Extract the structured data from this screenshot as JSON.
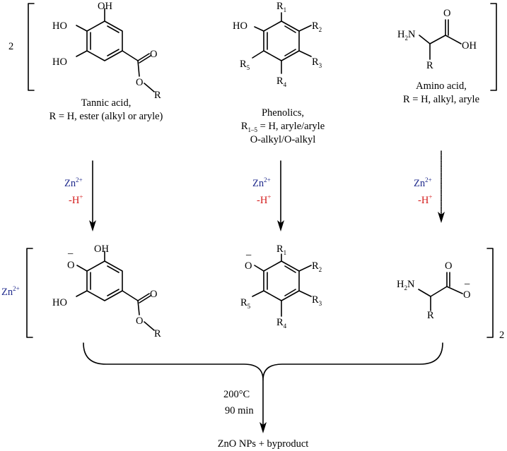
{
  "top": {
    "coefficient": "2",
    "tannic": {
      "oh_top": "OH",
      "oh_mid": "HO",
      "oh_bot": "HO",
      "ester_o_carbonyl": "O",
      "ester_o": "O",
      "ester_r": "R",
      "caption_line1": "Tannic acid,",
      "caption_line2": "R = H, ester (alkyl or aryle)"
    },
    "phenolic": {
      "oh": "HO",
      "r1": "R",
      "r1_sub": "1",
      "r2": "R",
      "r2_sub": "2",
      "r3": "R",
      "r3_sub": "3",
      "r4": "R",
      "r4_sub": "4",
      "r5": "R",
      "r5_sub": "5",
      "caption_line1": "Phenolics,",
      "caption_line2_r": "R",
      "caption_line2_sub": "1–5",
      "caption_line2_rest": " = H, aryle/aryle",
      "caption_line3": "O-alkyl/O-alkyl"
    },
    "amino": {
      "h2n": "H",
      "h2n_sub": "2",
      "h2n_n": "N",
      "carbonyl_o": "O",
      "oh": "OH",
      "r": "R",
      "caption_line1": "Amino acid,",
      "caption_line2": "R = H, alkyl, aryle"
    }
  },
  "arrows": {
    "reagent_zn": "Zn",
    "reagent_zn_charge": "2+",
    "reagent_h": "-H",
    "reagent_h_charge": "+"
  },
  "bottom": {
    "zn_label": "Zn",
    "zn_charge": "2+",
    "coefficient": "2",
    "tannate": {
      "o_minus": "O",
      "minus": "–",
      "oh_top": "OH",
      "oh_bot": "HO",
      "ester_o_carbonyl": "O",
      "ester_o": "O",
      "ester_r": "R"
    },
    "phenolate": {
      "o_minus": "O",
      "minus": "–",
      "r1": "R",
      "r1_sub": "1",
      "r2": "R",
      "r2_sub": "2",
      "r3": "R",
      "r3_sub": "3",
      "r4": "R",
      "r4_sub": "4",
      "r5": "R",
      "r5_sub": "5"
    },
    "aminoate": {
      "h2n": "H",
      "h2n_sub": "2",
      "h2n_n": "N",
      "carbonyl_o": "O",
      "o_minus": "O",
      "minus": "–",
      "r": "R"
    }
  },
  "final": {
    "temperature": "200°C",
    "time": "90 min",
    "product": "ZnO NPs + byproduct"
  },
  "colors": {
    "zinc": "#1f2a8c",
    "proton": "#d41c1c",
    "ink": "#000000"
  }
}
